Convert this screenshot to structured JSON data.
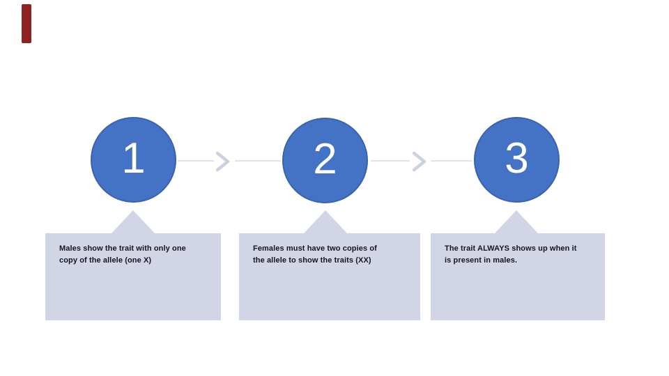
{
  "slide": {
    "background": "#ffffff",
    "accent_bar_color": "#8e2323"
  },
  "colors": {
    "circle_fill": "#4472c4",
    "circle_border": "#3a62ae",
    "callout_fill": "#d1d5e5",
    "connector_line": "#dfe2ec",
    "chevron": "#ccd1e0",
    "number_text": "#ffffff",
    "caption_text": "#15151f"
  },
  "diagram": {
    "type": "process-steps",
    "steps": [
      {
        "number": "1",
        "caption": "Males show the trait with only one copy of the allele (one X)",
        "lines": [
          "Males show the trait with only one",
          "copy of the allele (one X)"
        ]
      },
      {
        "number": "2",
        "caption": "Females must have two copies of the allele to show the traits (XX)",
        "lines": [
          "Females must have two copies of",
          "the allele to show the traits (XX)"
        ]
      },
      {
        "number": "3",
        "caption": "The trait ALWAYS shows up when it is present in males.",
        "lines": [
          "The trait ALWAYS shows up when it",
          "is present in males."
        ]
      }
    ]
  }
}
